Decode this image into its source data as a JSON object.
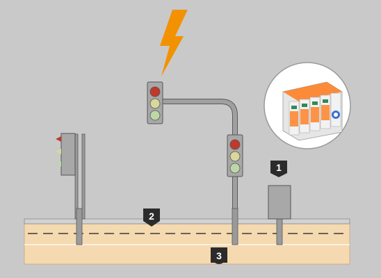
{
  "markers": [
    {
      "id": "marker-1",
      "label": "1"
    },
    {
      "id": "marker-2",
      "label": "2"
    },
    {
      "id": "marker-3",
      "label": "3"
    }
  ],
  "colors": {
    "background": "#c9c9c9",
    "road": "#f5d9b0",
    "pole": "#9a9a9a",
    "pole_outline": "#5a5a5a",
    "lightning": "#f39200",
    "marker": "#2b2b2b",
    "spd_orange": "#ff7a1a",
    "red_lamp": "#c0392b",
    "amber_lamp": "#d9d79a",
    "green_lamp": "#bcd8a6"
  },
  "icons": {
    "lightning": "lightning-bolt-icon",
    "surge_protector": "surge-protection-device-icon",
    "traffic_light": "traffic-light-icon"
  }
}
